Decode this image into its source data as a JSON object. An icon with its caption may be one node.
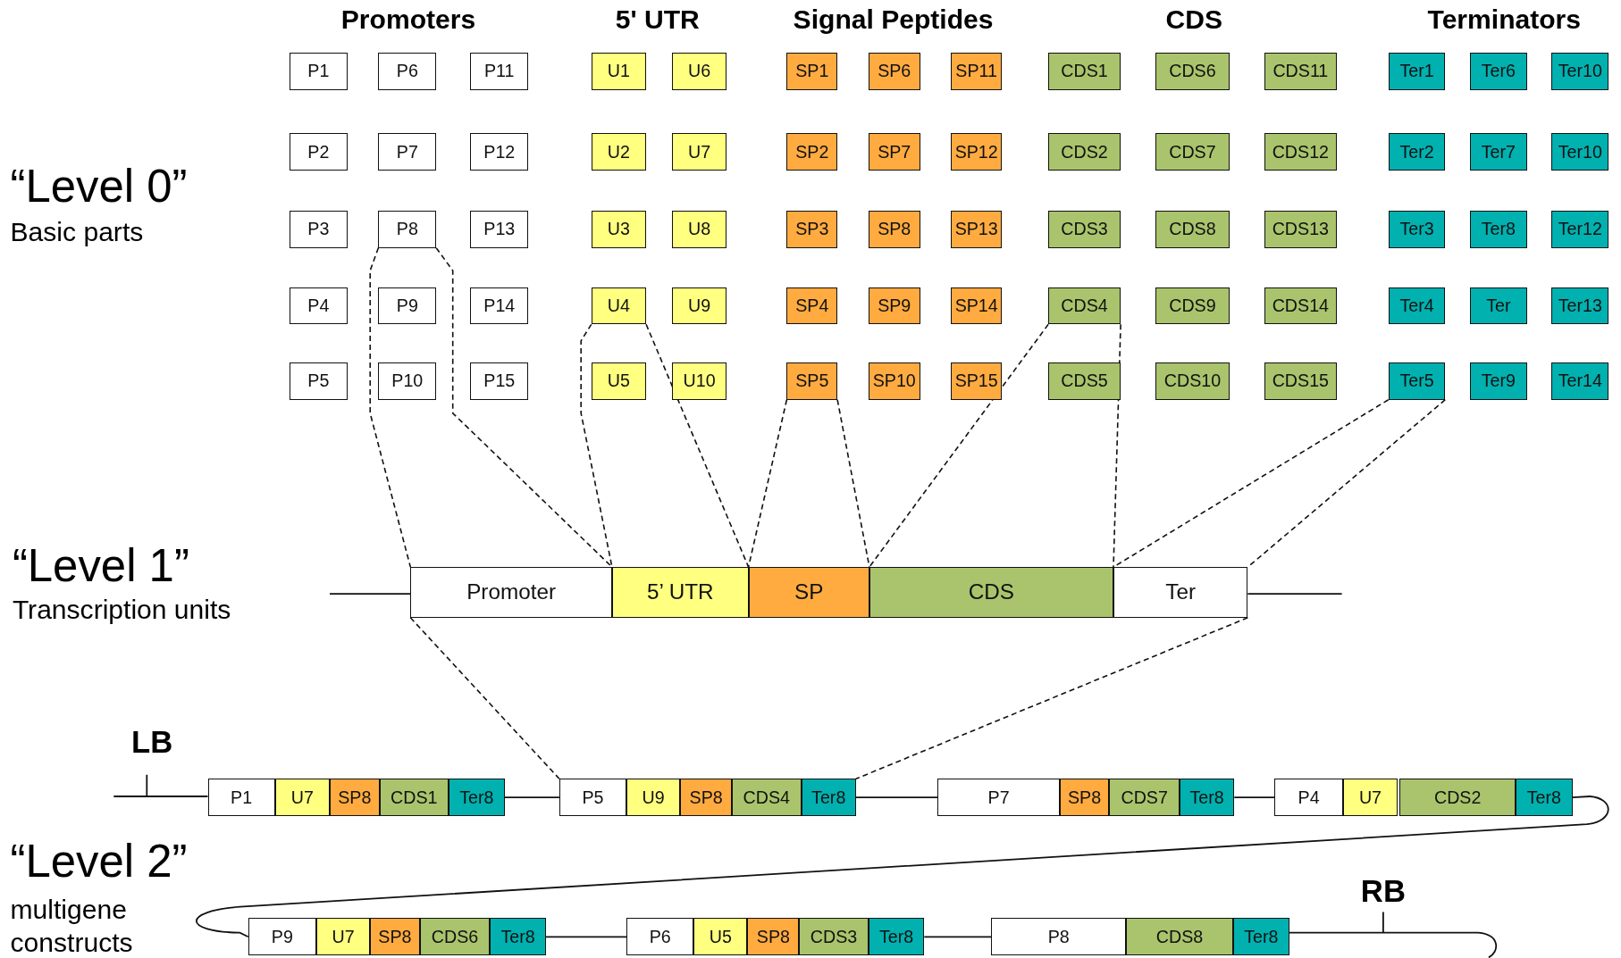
{
  "diagram": {
    "nodes": [
      {
        "text": [
          "P1"
        ]
      },
      {
        "text": [
          "P6"
        ]
      },
      {
        "text": [
          "P11"
        ]
      },
      {
        "text": [
          "U1"
        ]
      },
      {
        "text": [
          "U6"
        ]
      },
      {
        "text": [
          "SP1"
        ]
      },
      {
        "text": [
          "SP6"
        ]
      },
      {
        "text": [
          "SP11"
        ]
      },
      {
        "text": [
          "CDS1"
        ]
      },
      {
        "text": [
          "CDS6"
        ]
      },
      {
        "text": [
          "CDS11"
        ]
      },
      {
        "text": [
          "Ter1"
        ]
      },
      {
        "text": [
          "Ter6"
        ]
      },
      {
        "text": [
          "Ter10"
        ]
      },
      {
        "text": [
          "P2"
        ]
      },
      {
        "text": [
          "P7"
        ]
      },
      {
        "text": [
          "P12"
        ]
      },
      {
        "text": [
          "U2"
        ]
      },
      {
        "text": [
          "U7"
        ]
      },
      {
        "text": [
          "SP2"
        ]
      },
      {
        "text": [
          "SP7"
        ]
      },
      {
        "text": [
          "SP12"
        ]
      },
      {
        "text": [
          "CDS2"
        ]
      },
      {
        "text": [
          "CDS7"
        ]
      },
      {
        "text": [
          "CDS12"
        ]
      },
      {
        "text": [
          "Ter2"
        ]
      },
      {
        "text": [
          "Ter7"
        ]
      },
      {
        "text": [
          "Ter10"
        ]
      },
      {
        "text": [
          "P3"
        ]
      },
      {
        "text": [
          "P8"
        ]
      },
      {
        "text": [
          "P13"
        ]
      },
      {
        "text": [
          "U3"
        ]
      },
      {
        "text": [
          "U8"
        ]
      },
      {
        "text": [
          "SP3"
        ]
      },
      {
        "text": [
          "SP8"
        ]
      },
      {
        "text": [
          "SP13"
        ]
      },
      {
        "text": [
          "CDS3"
        ]
      },
      {
        "text": [
          "CDS8"
        ]
      },
      {
        "text": [
          "CDS13"
        ]
      },
      {
        "text": [
          "Ter3"
        ]
      },
      {
        "text": [
          "Ter8"
        ]
      },
      {
        "text": [
          "Ter12"
        ]
      },
      {
        "text": [
          "P4"
        ]
      },
      {
        "text": [
          "P9"
        ]
      },
      {
        "text": [
          "P14"
        ]
      },
      {
        "text": [
          "U4"
        ]
      },
      {
        "text": [
          "U9"
        ]
      },
      {
        "text": [
          "SP4"
        ]
      },
      {
        "text": [
          "SP9"
        ]
      },
      {
        "text": [
          "SP14"
        ]
      },
      {
        "text": [
          "CDS4"
        ]
      },
      {
        "text": [
          "CDS9"
        ]
      },
      {
        "text": [
          "CDS14"
        ]
      },
      {
        "text": [
          "Ter4"
        ]
      },
      {
        "text": [
          "Ter"
        ]
      },
      {
        "text": [
          "Ter13"
        ]
      },
      {
        "text": [
          "P5"
        ]
      },
      {
        "text": [
          "P10"
        ]
      },
      {
        "text": [
          "P15"
        ]
      },
      {
        "text": [
          "U5"
        ]
      },
      {
        "text": [
          "U10"
        ]
      },
      {
        "text": [
          "SP5"
        ]
      },
      {
        "text": [
          "SP10"
        ]
      },
      {
        "text": [
          "SP15"
        ]
      },
      {
        "text": [
          "CDS5"
        ]
      },
      {
        "text": [
          "CDS10"
        ]
      },
      {
        "text": [
          "CDS15"
        ]
      },
      {
        "text": [
          "Ter5"
        ]
      },
      {
        "text": [
          "Ter9"
        ]
      },
      {
        "text": [
          "Ter14"
        ]
      },
      {
        "text": [
          "Promoter"
        ]
      },
      {
        "text": [
          "5’ UTR"
        ]
      },
      {
        "text": [
          "SP"
        ]
      },
      {
        "text": [
          "CDS"
        ]
      },
      {
        "text": [
          "Ter"
        ]
      },
      {
        "text": [
          "P1"
        ]
      },
      {
        "text": [
          "U7"
        ]
      },
      {
        "text": [
          "SP8"
        ]
      },
      {
        "text": [
          "CDS1"
        ]
      },
      {
        "text": [
          "Ter8"
        ]
      },
      {
        "text": [
          "P5"
        ]
      },
      {
        "text": [
          "U9"
        ]
      },
      {
        "text": [
          "SP8"
        ]
      },
      {
        "text": [
          "CDS4"
        ]
      },
      {
        "text": [
          "Ter8"
        ]
      },
      {
        "text": [
          "P7"
        ]
      },
      {
        "text": [
          "SP8"
        ]
      },
      {
        "text": [
          "CDS7"
        ]
      },
      {
        "text": [
          "Ter8"
        ]
      },
      {
        "text": [
          "P4"
        ]
      },
      {
        "text": [
          "U7"
        ]
      },
      {
        "text": [
          "CDS2"
        ]
      },
      {
        "text": [
          "Ter8"
        ]
      },
      {
        "text": [
          "P9"
        ]
      },
      {
        "text": [
          "U7"
        ]
      },
      {
        "text": [
          "SP8"
        ]
      },
      {
        "text": [
          "CDS6"
        ]
      },
      {
        "text": [
          "Ter8"
        ]
      },
      {
        "text": [
          "P6"
        ]
      },
      {
        "text": [
          "U5"
        ]
      },
      {
        "text": [
          "SP8"
        ]
      },
      {
        "text": [
          "CDS3"
        ]
      },
      {
        "text": [
          "Ter8"
        ]
      },
      {
        "text": [
          "P8"
        ]
      },
      {
        "text": [
          "CDS8"
        ]
      },
      {
        "text": [
          "Ter8"
        ]
      }
    ],
    "edges": [
      {
        "from": 29,
        "to": 70,
        "arrow": "none",
        "style": "dashed"
      },
      {
        "from": 29,
        "to": 70,
        "arrow": "none",
        "style": "dashed"
      },
      {
        "from": 45,
        "to": 71,
        "arrow": "none",
        "style": "dashed"
      },
      {
        "from": 45,
        "to": 71,
        "arrow": "none",
        "style": "dashed"
      },
      {
        "from": 61,
        "to": 72,
        "arrow": "none",
        "style": "dashed"
      },
      {
        "from": 61,
        "to": 72,
        "arrow": "none",
        "style": "dashed"
      },
      {
        "from": 50,
        "to": 73,
        "arrow": "none",
        "style": "dashed"
      },
      {
        "from": 50,
        "to": 73,
        "arrow": "none",
        "style": "dashed"
      },
      {
        "from": 67,
        "to": 74,
        "arrow": "none",
        "style": "dashed"
      },
      {
        "from": 67,
        "to": 74,
        "arrow": "none",
        "style": "dashed"
      },
      {
        "from": 70,
        "to": 80,
        "arrow": "none",
        "style": "dashed"
      },
      {
        "from": 74,
        "to": 84,
        "arrow": "none",
        "style": "dashed"
      },
      {
        "from": 79,
        "to": 80,
        "arrow": "none"
      },
      {
        "from": 84,
        "to": 85,
        "arrow": "none"
      },
      {
        "from": 88,
        "to": 89,
        "arrow": "none"
      },
      {
        "from": 92,
        "to": 93,
        "arrow": "none"
      },
      {
        "from": 97,
        "to": 98,
        "arrow": "none"
      },
      {
        "from": 102,
        "to": 103,
        "arrow": "none"
      }
    ],
    "labels": [
      "Promoters",
      "5' UTR",
      "Signal Peptides",
      "CDS",
      "Terminators",
      "“Level 0”",
      "Basic parts",
      "“Level 1”",
      "Transcription units",
      "LB",
      "“Level 2”",
      "multigene constructs",
      "RB"
    ]
  }
}
